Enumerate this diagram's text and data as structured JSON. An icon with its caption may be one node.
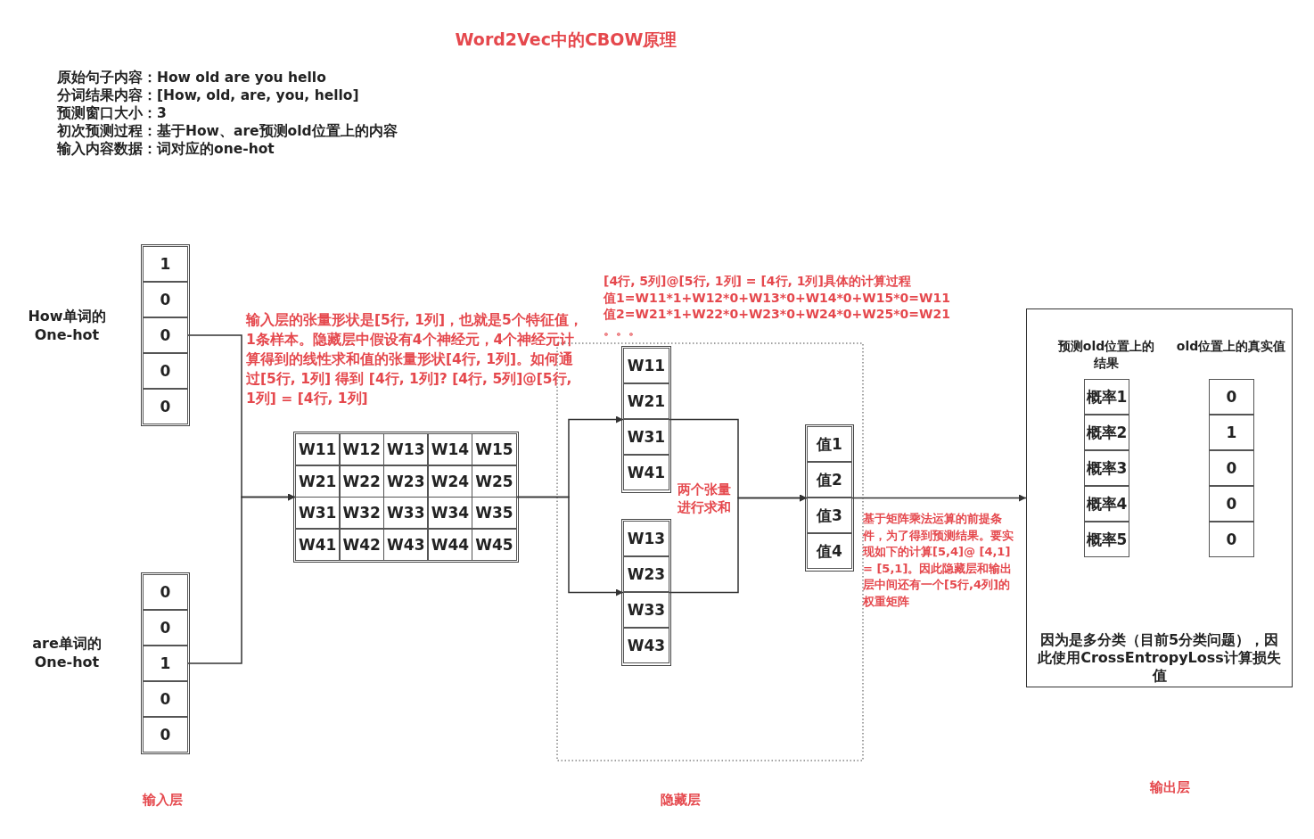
{
  "diagram": {
    "title": "Word2Vec中的CBOW原理",
    "nodes": [
      {
        "text": [],
        "shape": "box",
        "beside": [
          "How单词的One-hot"
        ]
      },
      {
        "text": [
          "1"
        ],
        "in": 0
      },
      {
        "text": [
          "0"
        ],
        "in": 0
      },
      {
        "text": [
          "0"
        ],
        "in": 0
      },
      {
        "text": [
          "0"
        ],
        "in": 0
      },
      {
        "text": [
          "0"
        ],
        "in": 0
      },
      {
        "text": [],
        "shape": "box",
        "beside": [
          "are单词的One-hot"
        ]
      },
      {
        "text": [
          "0"
        ],
        "in": 6
      },
      {
        "text": [
          "0"
        ],
        "in": 6
      },
      {
        "text": [
          "1"
        ],
        "in": 6
      },
      {
        "text": [
          "0"
        ],
        "in": 6
      },
      {
        "text": [
          "0"
        ],
        "in": 6
      },
      {
        "text": [],
        "shape": "box"
      },
      {
        "text": [
          "W11"
        ],
        "in": 12
      },
      {
        "text": [
          "W12"
        ],
        "in": 12
      },
      {
        "text": [
          "W13"
        ],
        "in": 12
      },
      {
        "text": [
          "W14"
        ],
        "in": 12
      },
      {
        "text": [
          "W15"
        ],
        "in": 12
      },
      {
        "text": [
          "W21"
        ],
        "in": 12
      },
      {
        "text": [
          "W22"
        ],
        "in": 12
      },
      {
        "text": [
          "W23"
        ],
        "in": 12
      },
      {
        "text": [
          "W24"
        ],
        "in": 12
      },
      {
        "text": [
          "W25"
        ],
        "in": 12
      },
      {
        "text": [
          "W31"
        ],
        "in": 12
      },
      {
        "text": [
          "W32"
        ],
        "in": 12
      },
      {
        "text": [
          "W33"
        ],
        "in": 12
      },
      {
        "text": [
          "W34"
        ],
        "in": 12
      },
      {
        "text": [
          "W35"
        ],
        "in": 12
      },
      {
        "text": [
          "W41"
        ],
        "in": 12
      },
      {
        "text": [
          "W42"
        ],
        "in": 12
      },
      {
        "text": [
          "W43"
        ],
        "in": 12
      },
      {
        "text": [
          "W44"
        ],
        "in": 12
      },
      {
        "text": [
          "W45"
        ],
        "in": 12
      },
      {
        "text": [],
        "shape": "box"
      },
      {
        "text": [
          "W11"
        ],
        "in": 33
      },
      {
        "text": [
          "W21"
        ],
        "in": 33
      },
      {
        "text": [
          "W31"
        ],
        "in": 33
      },
      {
        "text": [
          "W41"
        ],
        "in": 33
      },
      {
        "text": [],
        "shape": "box"
      },
      {
        "text": [
          "W13"
        ],
        "in": 38
      },
      {
        "text": [
          "W23"
        ],
        "in": 38
      },
      {
        "text": [
          "W33"
        ],
        "in": 38
      },
      {
        "text": [
          "W43"
        ],
        "in": 38
      },
      {
        "text": [],
        "shape": "box"
      },
      {
        "text": [
          "值1"
        ],
        "in": 43
      },
      {
        "text": [
          "值2"
        ],
        "in": 43
      },
      {
        "text": [
          "值3"
        ],
        "in": 43
      },
      {
        "text": [
          "值4"
        ],
        "in": 43
      },
      {
        "text": [
          "因为是多分类（目前5分类问题），因此使用CrossEntropyLoss计算损失值"
        ]
      },
      {
        "text": [
          "预测old位置上的结果"
        ],
        "in": 48
      },
      {
        "text": [
          "概率1"
        ],
        "in": 49
      },
      {
        "text": [
          "概率2"
        ],
        "in": 49
      },
      {
        "text": [
          "概率3"
        ],
        "in": 49
      },
      {
        "text": [
          "概率4"
        ],
        "in": 49
      },
      {
        "text": [
          "概率5"
        ],
        "in": 49
      },
      {
        "text": [
          "old位置上的真实值"
        ],
        "in": 48
      },
      {
        "text": [
          "0"
        ],
        "in": 55
      },
      {
        "text": [
          "1"
        ],
        "in": 55
      },
      {
        "text": [
          "0"
        ],
        "in": 55
      },
      {
        "text": [
          "0"
        ],
        "in": 55
      },
      {
        "text": [
          "0"
        ],
        "in": 55
      }
    ],
    "edges": [
      {
        "from": 3,
        "to": 12,
        "arrow": "to"
      },
      {
        "from": 9,
        "to": 12,
        "arrow": "to"
      },
      {
        "from": 12,
        "to": 33,
        "arrow": "to"
      },
      {
        "from": 12,
        "to": 38,
        "arrow": "to"
      },
      {
        "from": 33,
        "to": 43,
        "arrow": "to"
      },
      {
        "from": 38,
        "to": 43,
        "arrow": "to"
      },
      {
        "from": 43,
        "to": 48,
        "arrow": "to"
      }
    ],
    "labels": [
      "原始句子内容：How old are you hello",
      "分词结果内容：[How, old, are, you, hello]",
      "预测窗口大小：3",
      "初次预测过程：基于How、are预测old位置上的内容",
      "输入内容数据：词对应的one-hot",
      "输入层的张量形状是[5行, 1列]，也就是5个特征值，1条样本。隐藏层中假设有4个神经元，4个神经元计算得到的线性求和值的张量形状[4行, 1列]。如何通过[5行, 1列] 得到 [4行, 1列]? [4行, 5列]@[5行, 1列] = [4行, 1列]",
      "[4行, 5列]@[5行, 1列] = [4行, 1列]具体的计算过程",
      "值1=W11*1+W12*0+W13*0+W14*0+W15*0=W11",
      "值2=W21*1+W22*0+W23*0+W24*0+W25*0=W21",
      "。。。",
      "两个张量进行求和",
      "基于矩阵乘法运算的前提条件，为了得到预测结果。要实现如下的计算[5,4]@ [4,1] = [5,1]。因此隐藏层和输出层中间还有一个[5行,4列]的权重矩阵",
      "输入层",
      "隐藏层",
      "输出层"
    ]
  }
}
